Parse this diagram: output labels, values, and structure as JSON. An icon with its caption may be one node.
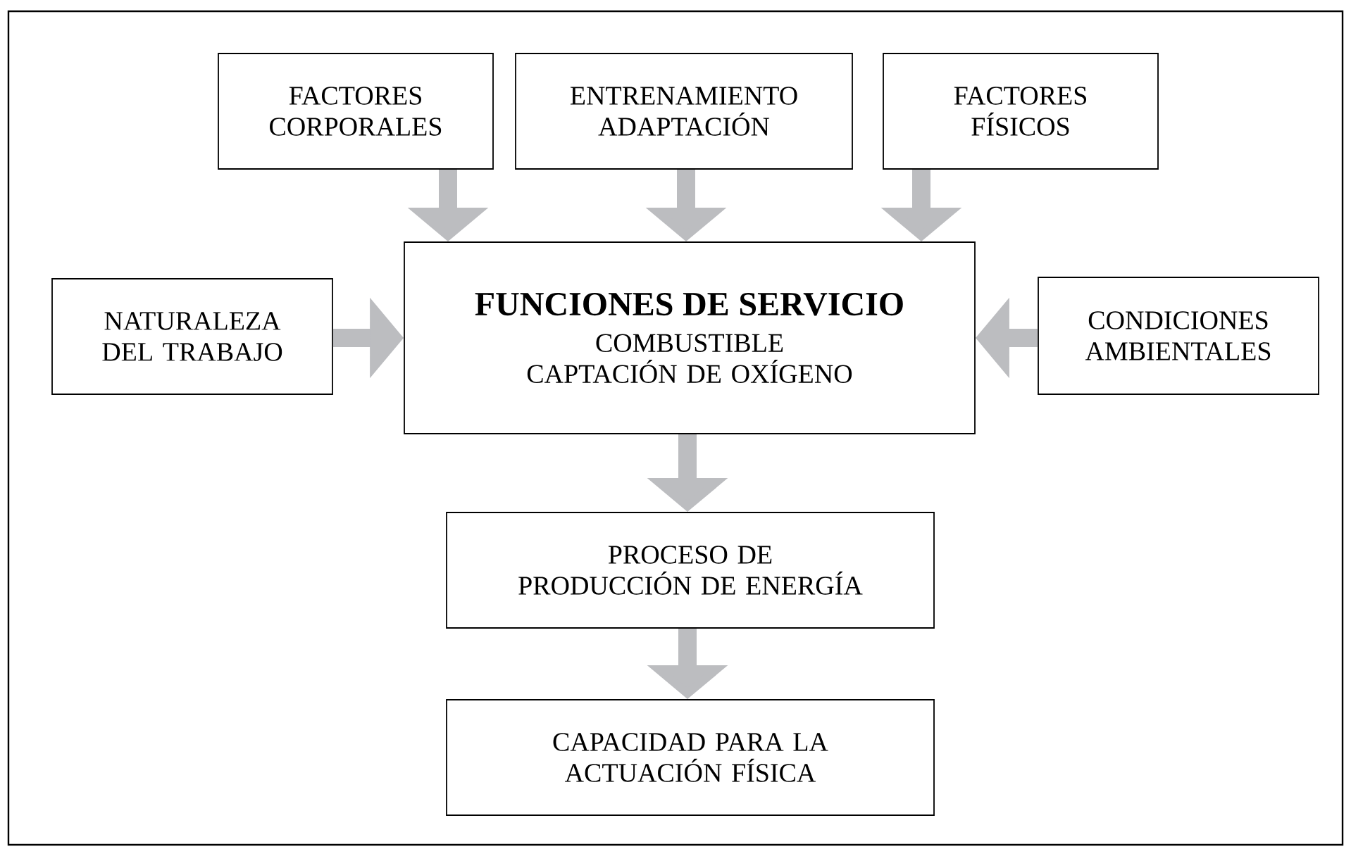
{
  "diagram": {
    "nodes": [
      {
        "text": [
          "FACTORES CORPORALES"
        ]
      },
      {
        "text": [
          "ENTRENAMIENTO ADAPTACIÓN"
        ]
      },
      {
        "text": [
          "FACTORES FÍSICOS"
        ]
      },
      {
        "text": [
          "NATURALEZA DEL TRABAJO"
        ]
      },
      {
        "text": [
          "FUNCIONES DE SERVICIO",
          "COMBUSTIBLE",
          "CAPTACIÓN DE OXÍGENO"
        ]
      },
      {
        "text": [
          "CONDICIONES AMBIENTALES"
        ]
      },
      {
        "text": [
          "PROCESO DE PRODUCCIÓN DE ENERGÍA"
        ]
      },
      {
        "text": [
          "CAPACIDAD PARA LA ACTUACIÓN FÍSICA"
        ]
      }
    ],
    "edges": [
      {
        "from": 0,
        "to": 4,
        "arrow": "to"
      },
      {
        "from": 1,
        "to": 4,
        "arrow": "to"
      },
      {
        "from": 2,
        "to": 4,
        "arrow": "to"
      },
      {
        "from": 3,
        "to": 4,
        "arrow": "to"
      },
      {
        "from": 5,
        "to": 4,
        "arrow": "to"
      },
      {
        "from": 4,
        "to": 6,
        "arrow": "to"
      },
      {
        "from": 6,
        "to": 7,
        "arrow": "to"
      }
    ]
  }
}
